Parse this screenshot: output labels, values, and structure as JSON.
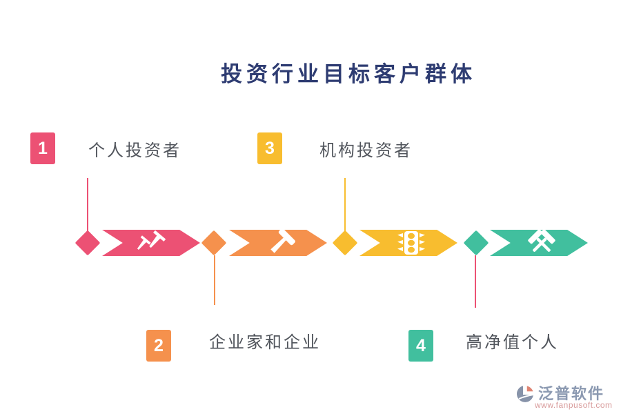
{
  "title": "投资行业目标客户群体",
  "items": [
    {
      "number": "1",
      "label": "个人投资者",
      "color": "pink",
      "icon": "pins-icon"
    },
    {
      "number": "2",
      "label": "企业家和企业",
      "color": "orange",
      "icon": "hammer-icon"
    },
    {
      "number": "3",
      "label": "机构投资者",
      "color": "yellow",
      "icon": "traffic-light-icon"
    },
    {
      "number": "4",
      "label": "高净值个人",
      "color": "teal",
      "icon": "crossed-hammers-icon"
    }
  ],
  "watermark": {
    "name": "泛普软件",
    "url": "www.fanpusoft.com"
  },
  "colors": {
    "pink": "#ec5174",
    "orange": "#f5914d",
    "yellow": "#f8bd2f",
    "teal": "#41bf9e",
    "title": "#2e3c72",
    "label": "#51555c",
    "logo_text": "#8b99b1",
    "logo_url": "#d89b9b",
    "logo_blue": "#8793a9",
    "logo_salmon": "#df8472"
  }
}
